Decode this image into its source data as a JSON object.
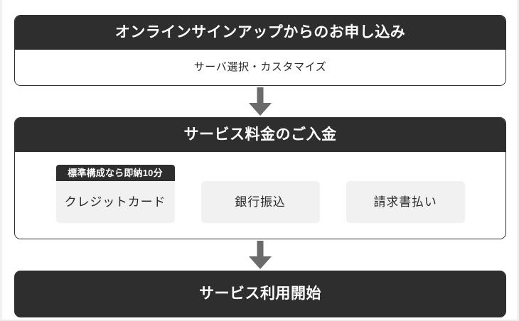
{
  "flow": {
    "steps": [
      {
        "id": "signup",
        "header": "オンラインサインアップからのお申し込み",
        "subline": "サーバ選択・カスタマイズ"
      },
      {
        "id": "payment",
        "header": "サービス料金のご入金",
        "options": [
          {
            "badge": "標準構成なら即納10分",
            "label": "クレジットカード"
          },
          {
            "badge": "",
            "label": "銀行振込"
          },
          {
            "badge": "",
            "label": "請求書払い"
          }
        ]
      },
      {
        "id": "start",
        "header": "サービス利用開始"
      }
    ],
    "arrow": {
      "name": "arrow-down-icon",
      "glyph": "↓"
    }
  },
  "colors": {
    "dark": "#2e2e2e",
    "option_bg": "#f1f1f1",
    "page_bg": "#ffffff",
    "frame": "#f0f0f0",
    "text_dark": "#2b2b2b",
    "text_light": "#ffffff"
  }
}
